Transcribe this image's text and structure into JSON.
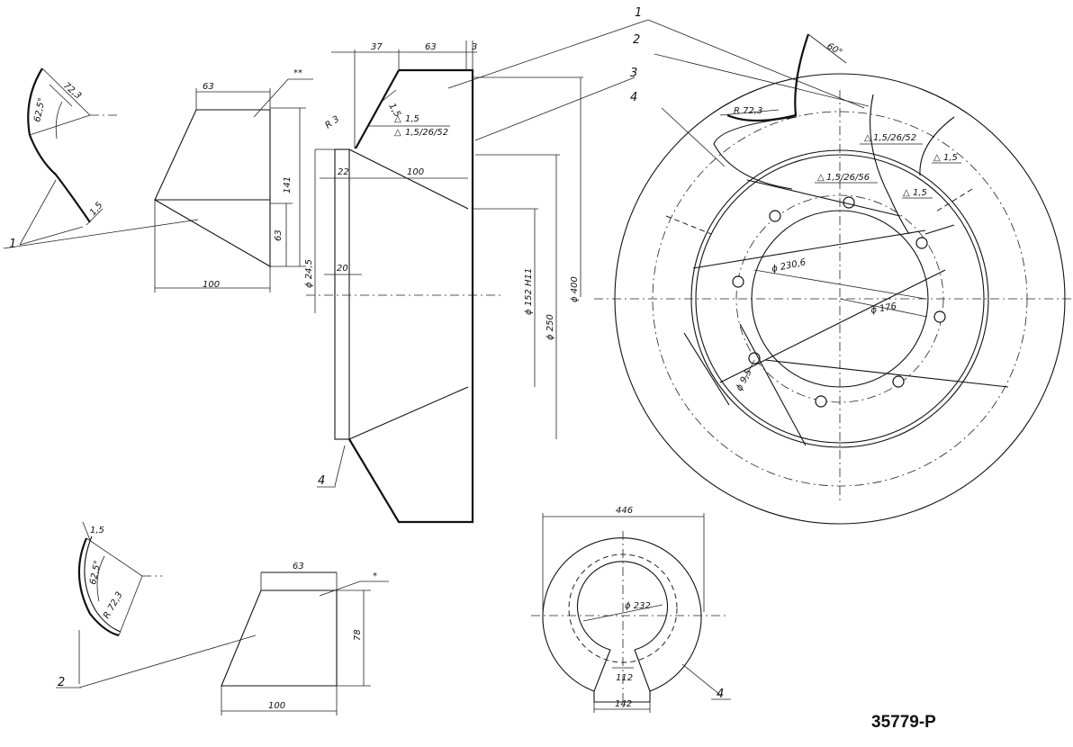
{
  "drawing_number": "35779-P",
  "part_labels": {
    "part1": "1",
    "part2": "2",
    "part3": "3",
    "part4": "4"
  },
  "marks": {
    "double_star": "**",
    "single_star": "*"
  },
  "blank1": {
    "top_width": "63",
    "bottom_width": "100",
    "height": "141",
    "lower_height": "63",
    "arc_angle": "62,5°",
    "arc_length": "72,3",
    "thickness": "1,5"
  },
  "blank2": {
    "top_width": "63",
    "bottom_width": "100",
    "height": "78",
    "arc_angle": "62,5°",
    "arc_radius": "R 72,3",
    "thickness": "1,5"
  },
  "section": {
    "top_dim_a": "37",
    "top_dim_b": "63",
    "top_dim_c": "3",
    "thickness_a": "1,5",
    "weld_a": "1,5",
    "weld_b": "1,5/26/52",
    "radius": "R 3",
    "dim_22": "22",
    "dim_100": "100",
    "dim_20": "20",
    "dia_24_5": "ϕ 24,5",
    "dia_152": "ϕ 152 H11",
    "dia_250": "ϕ 250",
    "dia_400": "ϕ 400"
  },
  "plan": {
    "fan_angle": "60°",
    "fan_radius": "R 72,3",
    "weld_top": "1,5/26/52",
    "weld_mid": "1,5/26/56",
    "weld_side1": "1,5",
    "weld_side2": "1,5",
    "bolt_circle": "ϕ 230,6",
    "bore": "ϕ 176",
    "hole_dia": "ϕ 9,5"
  },
  "ring": {
    "outer_width": "446",
    "inner_dia": "ϕ 232",
    "slot": "112",
    "slot_width": "142"
  }
}
